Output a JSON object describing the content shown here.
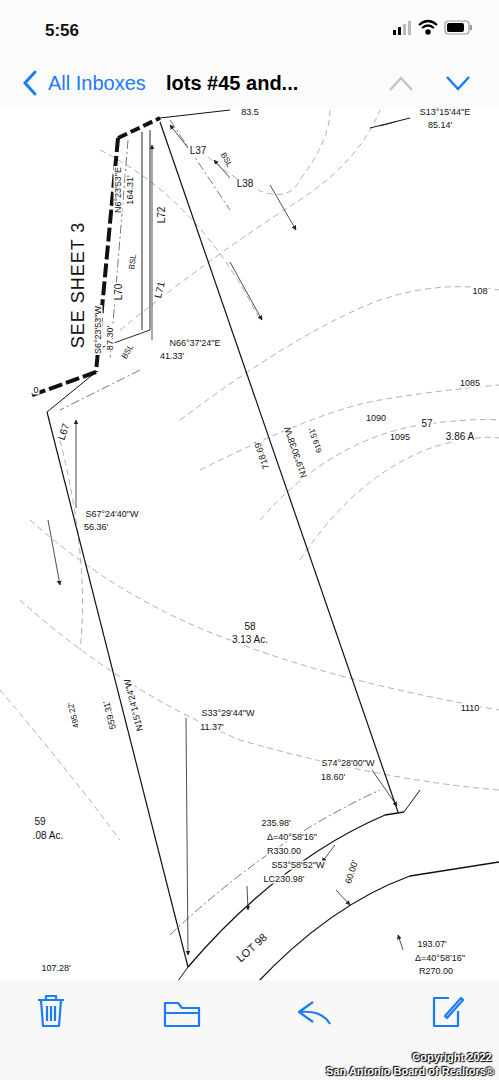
{
  "diagram": {
    "labels": [
      "5:56",
      "All Inboxes",
      "lots #45 and...",
      "83.5",
      "S13°15'44\"E",
      "85.14'",
      "L37",
      "L38",
      "BSL",
      "SEE SHEET 3",
      "N6°23'53\"E",
      "164.31'",
      "L72",
      "L70",
      "BSL",
      "L71",
      "S6°23'53\"W",
      "87.30'",
      "BSL",
      "N66°37'24\"E",
      "41.33'",
      "108",
      "1085",
      "1090",
      "1095",
      "57",
      "3.86 A",
      "718.69'",
      "N19°30'38\"W",
      "619.51'",
      "0",
      "L67",
      "S67°24'40\"W",
      "56.36'",
      "58",
      "3.13 Ac.",
      "495.22'",
      "559.31'",
      "N15°14'24\"W",
      "S33°29'44\"W",
      "11.37'",
      "1110",
      "S74°28'00\"W",
      "18.60'",
      "235.98'",
      "Δ=40°58'16\"",
      "R330.00",
      "S53°58'52\"W",
      "LC230.98'",
      "60.00'",
      "59",
      ".08 Ac.",
      "LOT 98",
      "193.07'",
      "Δ=40°58'16\"",
      "R270.00",
      "107.28'",
      "Copyright 2022",
      "San Antonio Board of Realtors®"
    ]
  }
}
